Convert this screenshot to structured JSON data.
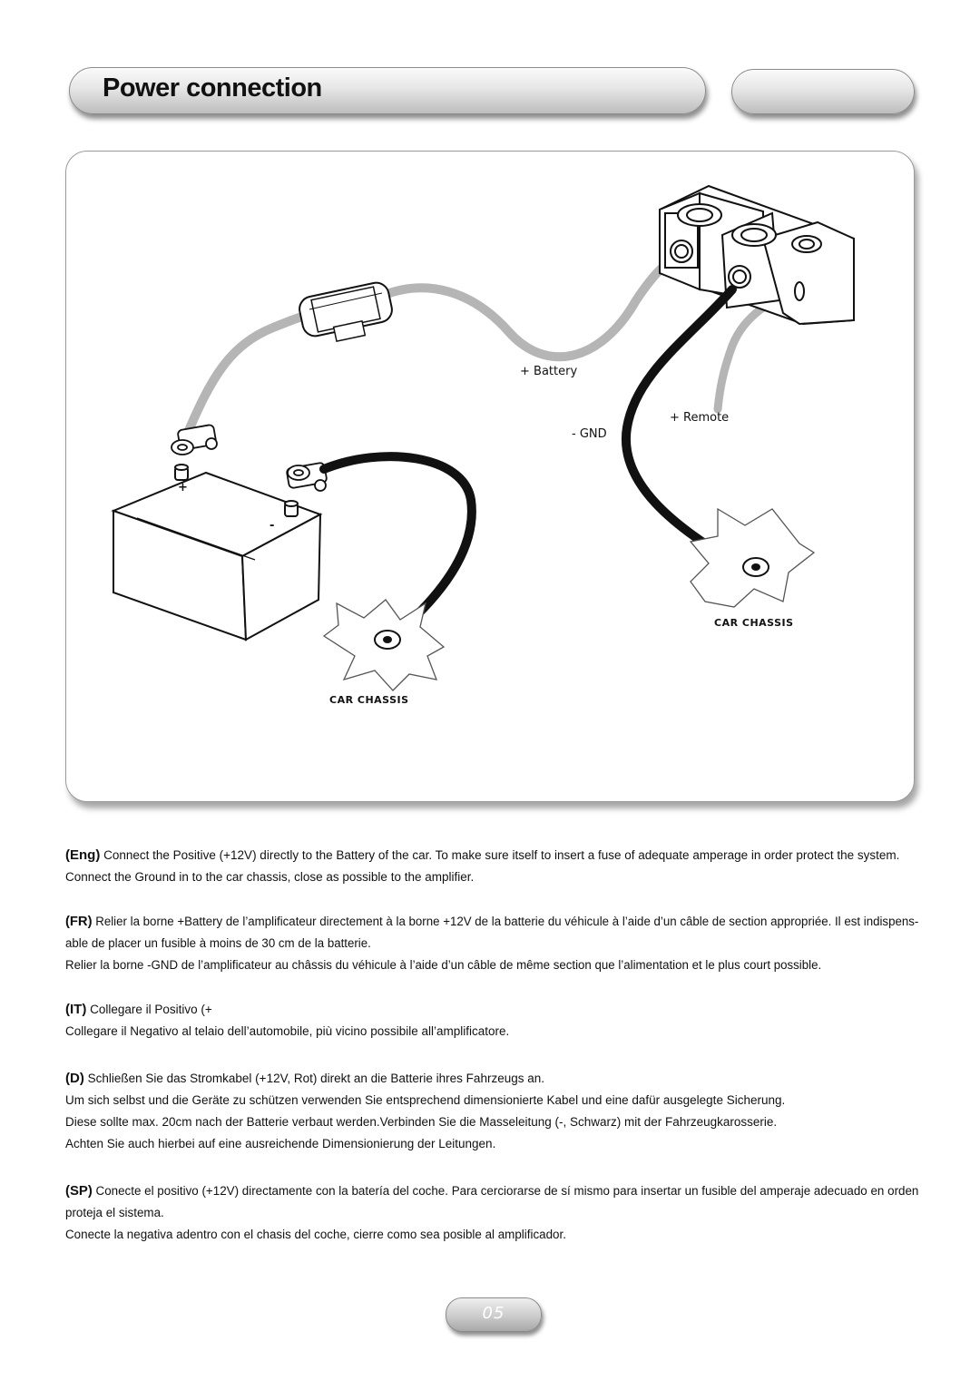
{
  "header": {
    "title": "Power connection"
  },
  "diagram": {
    "labels": {
      "battery": "+ Battery",
      "gnd": "- GND",
      "remote": "+ Remote",
      "chassis_left": "CAR CHASSIS",
      "chassis_right": "CAR CHASSIS",
      "battery_plus": "+",
      "battery_minus": "-"
    }
  },
  "instructions": {
    "eng": {
      "tag": "(Eng)",
      "line1": "Connect the Positive (+12V) directly to the Battery of the car. To make sure itself to insert a fuse of adequate amperage in order protect the system.",
      "line2": "Connect the Ground in to the car chassis, close as possible to the amplifier."
    },
    "fr": {
      "tag": "(FR)",
      "line1": "Relier la borne +Battery de l’amplificateur directement à la borne +12V de la batterie du véhicule à l’aide d’un câble de section appropriée. Il est indispens-",
      "line2": "able de placer un fusible à moins de 30 cm de la batterie.",
      "line3": "Relier la borne -GND de l’amplificateur au châssis du véhicule à l’aide d’un câble de même section que l’alimentation et le plus court possible."
    },
    "it": {
      "tag": "(IT)",
      "line1": "Collegare il Positivo (+",
      "line2": "Collegare il Negativo al telaio dell’automobile, più vicino possibile all’amplificatore."
    },
    "d": {
      "tag": "(D)",
      "line1": "Schließen Sie das Stromkabel (+12V, Rot) direkt an die Batterie ihres Fahrzeugs an.",
      "line2": "Um sich selbst und die Geräte zu schützen verwenden Sie entsprechend dimensionierte Kabel und eine dafür ausgelegte Sicherung.",
      "line3": "Diese sollte max. 20cm nach der Batterie verbaut werden.Verbinden Sie die Masseleitung (-, Schwarz) mit der Fahrzeugkarosserie.",
      "line4": "Achten Sie auch hierbei auf eine ausreichende Dimensionierung der Leitungen."
    },
    "sp": {
      "tag": "(SP)",
      "line1": "Conecte el positivo (+12V) directamente con la batería del coche. Para cerciorarse de sí mismo para insertar un fusible del amperaje adecuado en orden",
      "line2": "proteja el sistema.",
      "line3": "Conecte la negativa adentro con el chasis del coche, cierre como sea posible al amplificador."
    }
  },
  "footer": {
    "page_number": "05"
  }
}
